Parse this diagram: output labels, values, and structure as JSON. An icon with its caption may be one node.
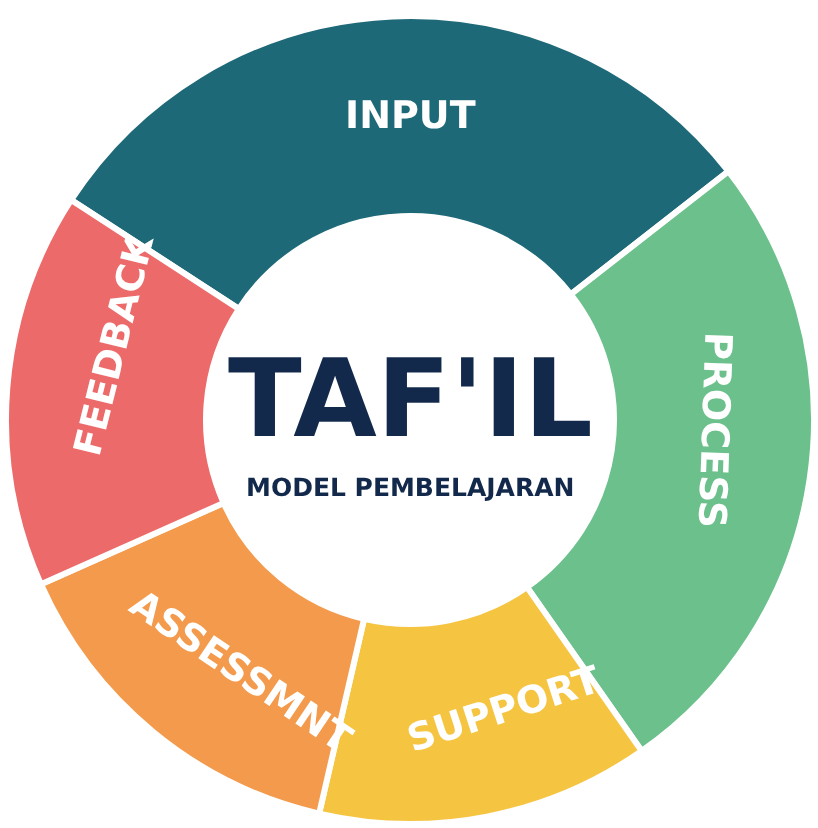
{
  "diagram": {
    "nodes": [
      {
        "text": [
          "TAF'IL",
          "MODEL PEMBELAJARAN"
        ]
      },
      {
        "text": [
          "INPUT"
        ]
      },
      {
        "text": [
          "PROCESS"
        ]
      },
      {
        "text": [
          "SUPPORT"
        ]
      },
      {
        "text": [
          "ASSESSMNT"
        ]
      },
      {
        "text": [
          "FEEDBACK"
        ]
      }
    ],
    "edges": []
  }
}
